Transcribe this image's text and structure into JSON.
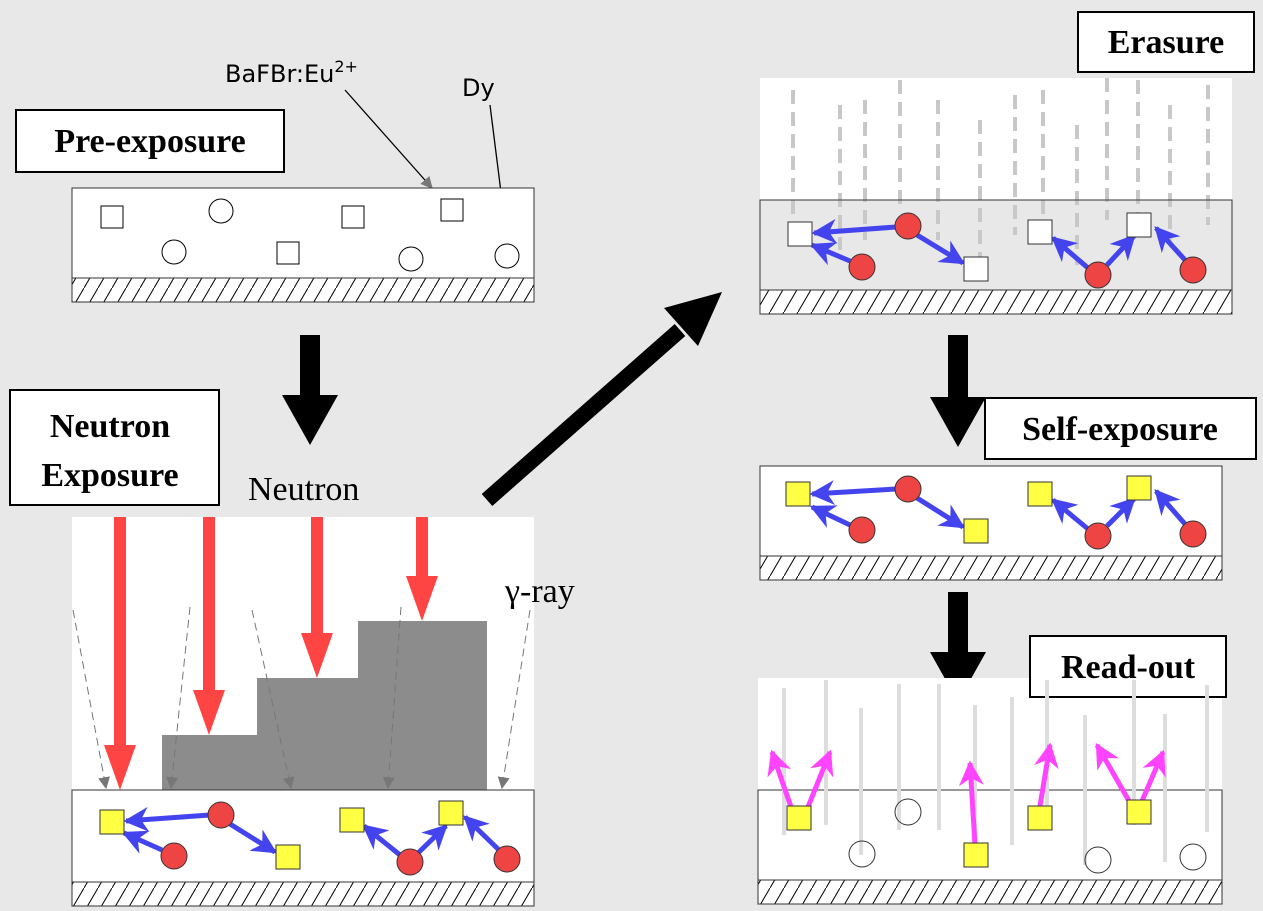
{
  "stages": {
    "pre_exposure": "Pre-exposure",
    "neutron_exposure_line1": "Neutron",
    "neutron_exposure_line2": "Exposure",
    "erasure": "Erasure",
    "self_exposure": "Self-exposure",
    "read_out": "Read-out"
  },
  "labels": {
    "phosphor": "BaFBr:Eu",
    "phosphor_charge": "2+",
    "dopant": "Dy",
    "neutron": "Neutron",
    "gamma_ray": "γ-ray"
  },
  "colors": {
    "background": "#e8e8e8",
    "neutron_arrow": "#ff4444",
    "shield_steps": "#8c8c8c",
    "electron_transfer": "#4444ee",
    "excited_center": "#ffff44",
    "activated_dy": "#ee4444",
    "photostimulated_light": "#ff44ff",
    "light_beam": "#dddddd"
  }
}
